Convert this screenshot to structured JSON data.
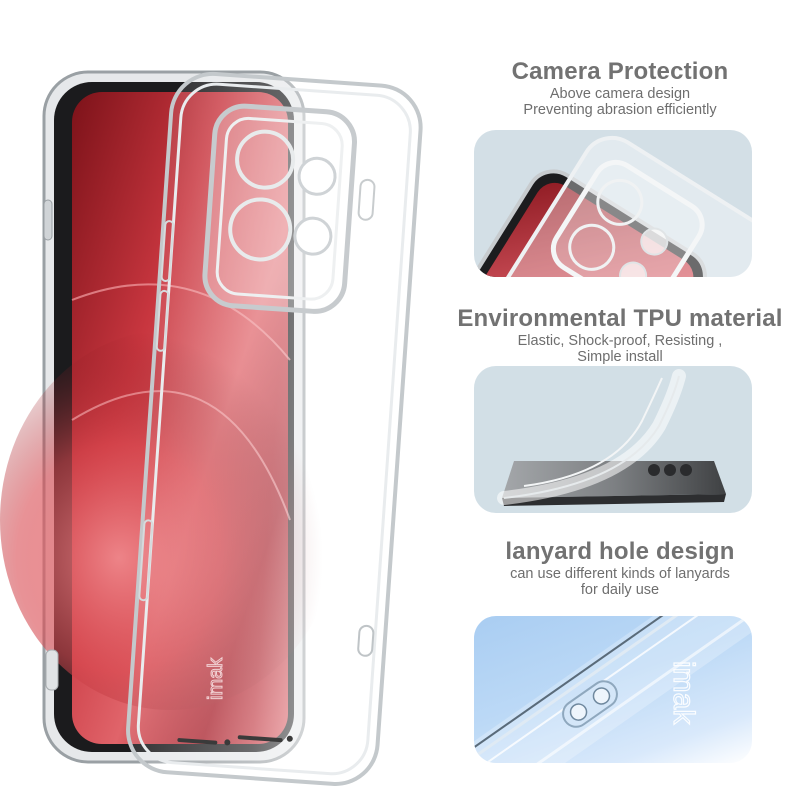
{
  "product": {
    "brand_watermark": "imak",
    "hero_image_alt": "Transparent TPU case shown over a phone with red wallpaper"
  },
  "features": [
    {
      "title": "Camera Protection",
      "subtitle_lines": [
        "Above camera design",
        "Preventing abrasion efficiently"
      ],
      "image_alt": "Close-up of raised clear camera bezel over red phone"
    },
    {
      "title": "Environmental TPU material",
      "subtitle_lines": [
        "Elastic, Shock-proof, Resisting ,",
        "Simple install"
      ],
      "image_alt": "Flexible clear case bending away from a grey phone"
    },
    {
      "title": "lanyard hole design",
      "subtitle_lines": [
        "can use different kinds of lanyards",
        "for daily use"
      ],
      "image_alt": "Close-up of lanyard holes on clear case edge against sky",
      "watermark": "imak"
    }
  ],
  "colors": {
    "heading_gray": "#727272",
    "text_gray": "#6e6e6e",
    "card_bg": "#d3dfe6",
    "screen_red": "#c8363f",
    "sky_blue": "#a9cdf2"
  }
}
